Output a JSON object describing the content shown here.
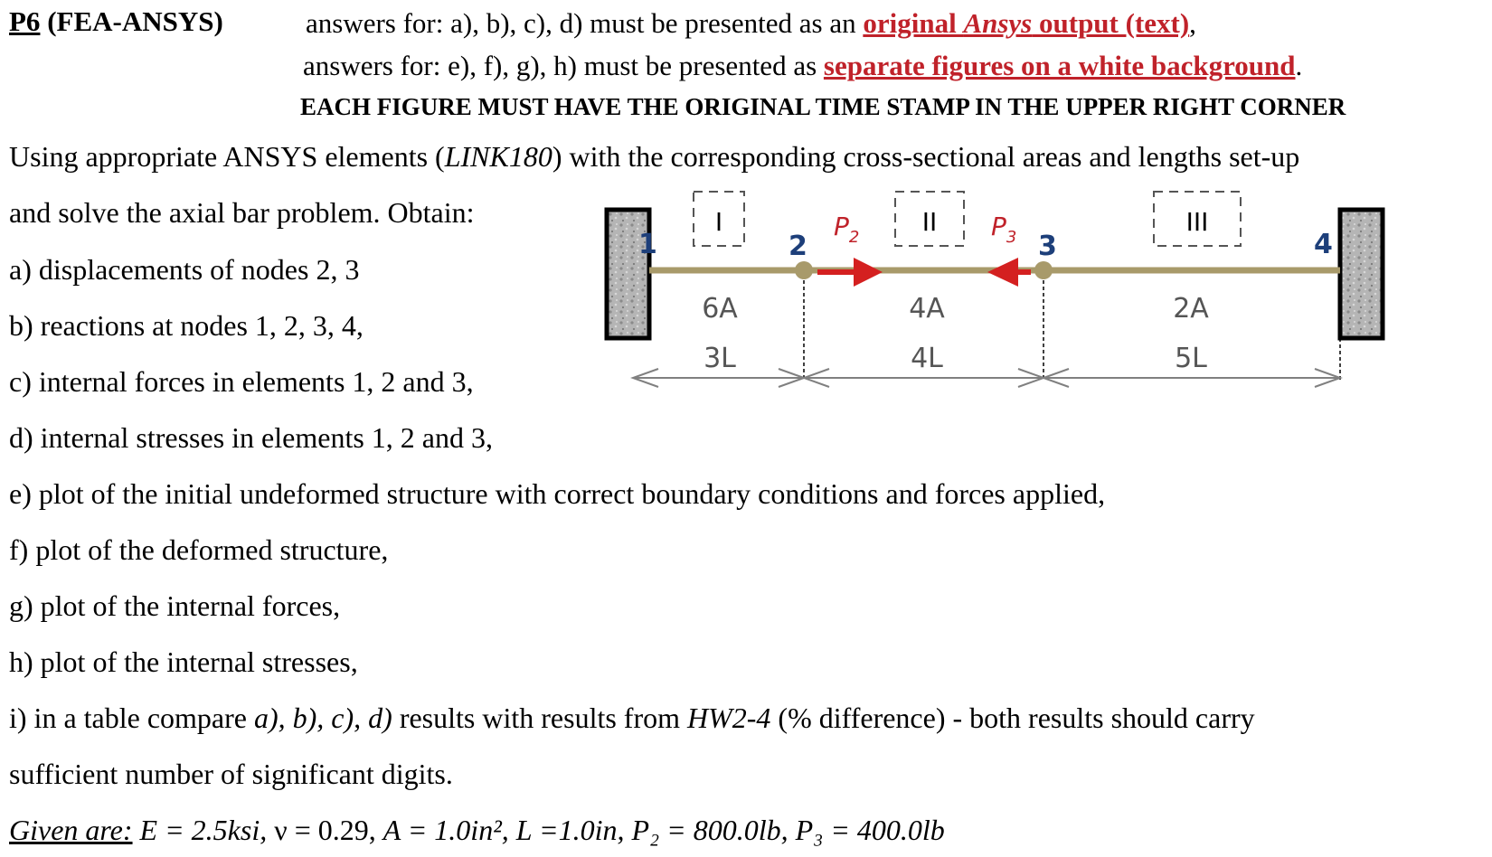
{
  "header": {
    "problem_id": "P6",
    "method": "(FEA-ANSYS)",
    "line1_prefix": "answers for: a), b), c), d) must be presented as an ",
    "line1_red_1": "original ",
    "line1_red_italic": "Ansys",
    "line1_red_2": " output (text)",
    "line1_suffix": ",",
    "line2_prefix": "answers for: e), f), g), h) must be presented as ",
    "line2_red": "separate figures on a white background",
    "line2_suffix": ".",
    "caps_note": "EACH FIGURE MUST HAVE THE ORIGINAL TIME STAMP IN THE UPPER RIGHT CORNER"
  },
  "intro": {
    "line1_a": "Using appropriate ANSYS elements (",
    "line1_elem": "LINK180",
    "line1_b": ") with the corresponding cross-sectional areas and lengths set-up",
    "line2": "and solve the axial bar problem. Obtain:"
  },
  "items": [
    "a) displacements of nodes 2, 3",
    "b) reactions at nodes 1, 2, 3, 4,",
    "c) internal forces in elements 1, 2 and 3,",
    "d) internal stresses in elements 1, 2 and 3,",
    "e) plot of the initial undeformed structure with correct boundary conditions and forces applied,",
    "f) plot of the deformed structure,",
    "g) plot of the internal forces,",
    "h) plot of the internal stresses,"
  ],
  "item_i": {
    "a": "i) in a table compare ",
    "b": "a), b), c), d)",
    "c": " results with results from ",
    "d": "HW2-4",
    "e": " (% difference) - both results should carry",
    "line2": "sufficient number of significant digits."
  },
  "given": {
    "label": "Given are:",
    "E": " E = 2.5ksi, ",
    "nu": "ν = 0.29, ",
    "A": "A = 1.0in², ",
    "L": "L =1.0in, ",
    "P2": "P₂ = 800.0lb, ",
    "P3": "P₃ = 400.0lb"
  },
  "figure": {
    "nodes": [
      "1",
      "2",
      "3",
      "4"
    ],
    "elements": [
      "I",
      "II",
      "III"
    ],
    "areas": [
      "6A",
      "4A",
      "2A"
    ],
    "lengths": [
      "3L",
      "4L",
      "5L"
    ],
    "loads": [
      "P",
      "P"
    ],
    "load_subs": [
      "2",
      "3"
    ],
    "colors": {
      "bar": "#a89a6a",
      "load": "#d42020",
      "node_label": "#1d3f7a",
      "red_text": "#c0222a"
    }
  }
}
